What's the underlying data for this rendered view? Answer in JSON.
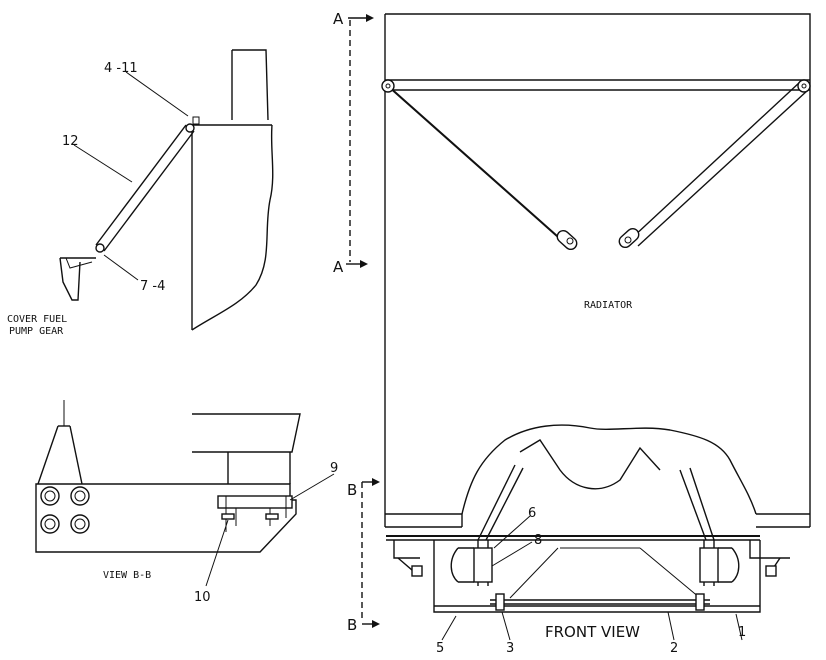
{
  "labels": {
    "part_4_11": "4 -11",
    "part_12": "12",
    "part_7_4": "7 -4",
    "cover_fuel": "COVER FUEL",
    "pump_gear": "PUMP GEAR",
    "part_9": "9",
    "part_10": "10",
    "view_bb": "VIEW B-B",
    "section_a_top": "A",
    "section_a_bottom": "A",
    "section_b_top": "B",
    "section_b_bottom": "B",
    "radiator": "RADIATOR",
    "part_6": "6",
    "part_8": "8",
    "front_view": "FRONT VIEW",
    "part_5": "5",
    "part_3": "3",
    "part_2": "2",
    "part_1": "1"
  }
}
